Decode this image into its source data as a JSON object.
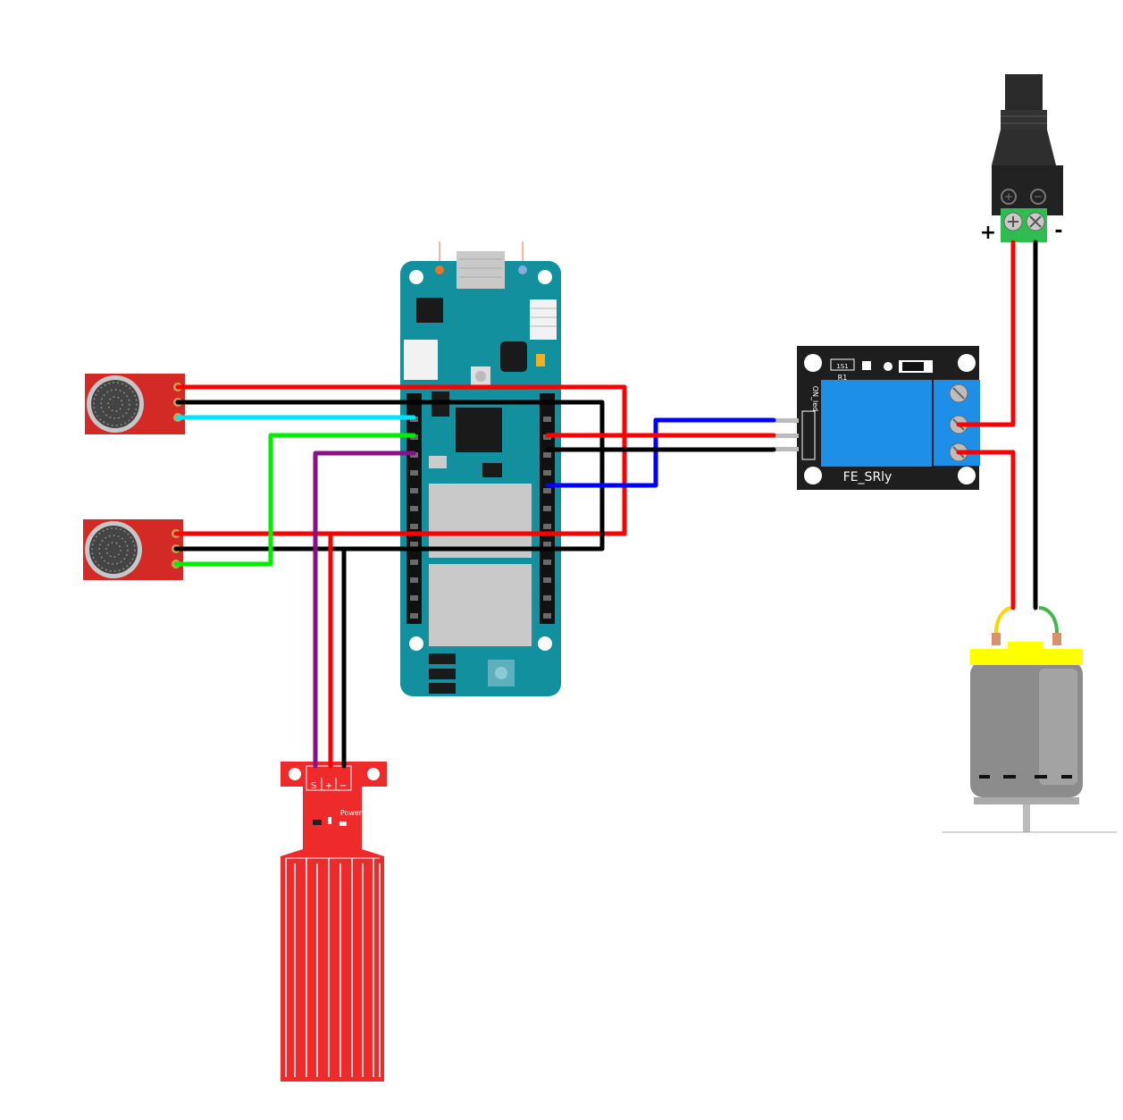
{
  "relay": {
    "label": "FE_SRly",
    "led_label": "ON_led",
    "resistor_label": "R1",
    "smd_label": "1S1"
  },
  "water_sensor": {
    "pin_labels": [
      "S",
      "+",
      "−"
    ],
    "power_label": "Power"
  },
  "dc_jack": {
    "plus_sign": "+",
    "minus_sign": "-"
  },
  "colors": {
    "power_wire": "#ff0000",
    "ground_wire": "#000000",
    "signal_cyan": "#00e5ff",
    "signal_green": "#00ee00",
    "signal_purple": "#8a0f8a",
    "signal_blue": "#0000ff",
    "arduino_board": "#13909d",
    "sensor_board": "#d42a25",
    "relay_board": "#1e1e1e",
    "relay_block": "#1e8fe8",
    "motor_cap": "#ffff00"
  },
  "components": [
    {
      "name": "arduino-mkr-board"
    },
    {
      "name": "sound-sensor-1"
    },
    {
      "name": "sound-sensor-2"
    },
    {
      "name": "water-level-sensor"
    },
    {
      "name": "relay-module"
    },
    {
      "name": "dc-barrel-jack"
    },
    {
      "name": "dc-motor"
    }
  ]
}
